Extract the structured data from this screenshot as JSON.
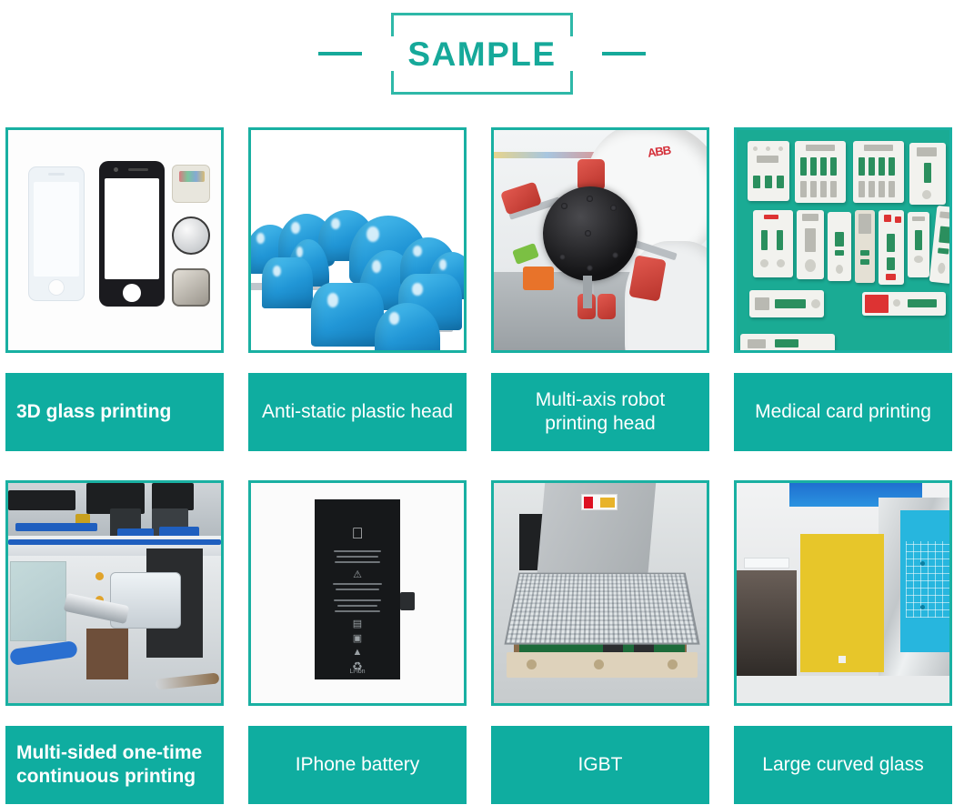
{
  "header": {
    "title": "SAMPLE",
    "left_dash": "dash",
    "right_dash": "dash",
    "accent_color": "#16a99a",
    "frame_color": "#2eb8a8"
  },
  "theme": {
    "caption_bg": "#0fada0",
    "caption_text": "#ffffff",
    "thumb_border": "#19b0a2",
    "page_bg": "#ffffff"
  },
  "gallery": {
    "columns": 4,
    "rows": 2,
    "items": [
      {
        "caption": "3D glass printing",
        "align": "left",
        "image_name": "3d-glass-printing-photo",
        "alt": "White and black iPhone cover glass panels with three small printed parts"
      },
      {
        "caption": "Anti-static plastic head",
        "align": "center",
        "image_name": "anti-static-plastic-head-photo",
        "alt": "Rows of blue silicone pad printing heads"
      },
      {
        "caption": "Multi-axis robot printing head",
        "align": "center",
        "image_name": "multi-axis-robot-printing-head-photo",
        "alt": "White ABB robot arm holding a black rotary multi-pad printing head"
      },
      {
        "caption": "Medical card printing",
        "align": "center",
        "image_name": "medical-card-printing-photo",
        "alt": "White medical rapid test cassettes arranged on a green surface"
      },
      {
        "caption": "Multi-sided one-time continuous printing",
        "align": "left",
        "image_name": "multi-sided-continuous-printing-photo",
        "alt": "Industrial pad printing machine with blue ink and pneumatic cylinder"
      },
      {
        "caption": "IPhone battery",
        "align": "center",
        "image_name": "iphone-battery-photo",
        "alt": "Black iPhone lithium-ion battery with Apple logo and printed markings"
      },
      {
        "caption": "IGBT",
        "align": "center",
        "image_name": "igbt-photo",
        "alt": "IGBT power module with aluminium pin-fin heatsink on a wooden fixture"
      },
      {
        "caption": "Large curved glass",
        "align": "center",
        "image_name": "large-curved-glass-photo",
        "alt": "Large curved glass panels, one green-yellow gradient with yellow frame and one cyan with grid"
      }
    ]
  }
}
